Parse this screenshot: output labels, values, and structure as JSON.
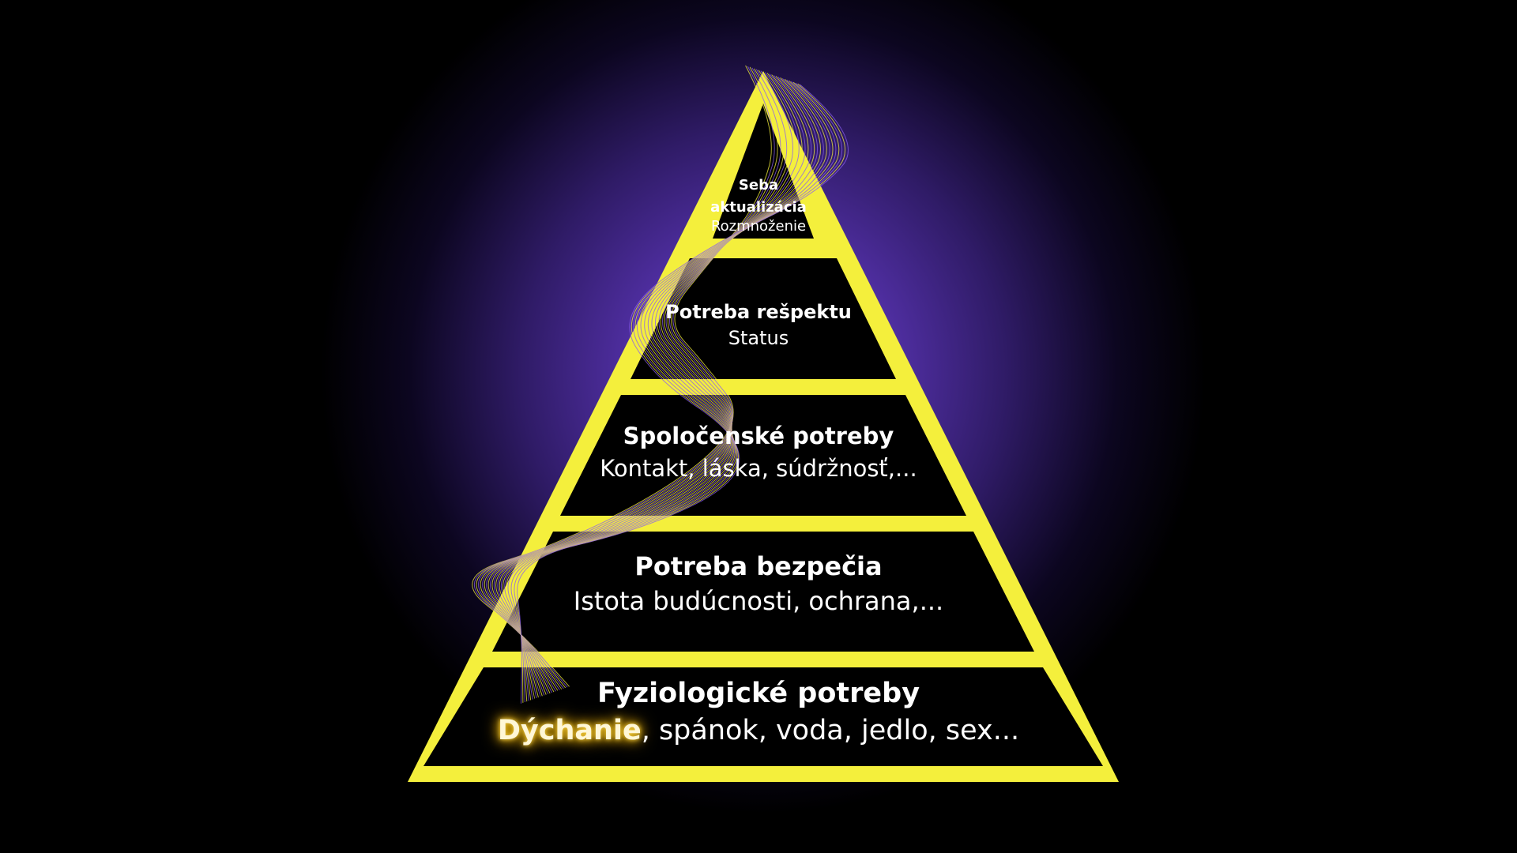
{
  "colors": {
    "frame": "#f4ef3c",
    "tier_fill": "#000000",
    "glow": "#6a42c8",
    "wave_yellow": "#f4ef3c",
    "wave_purple": "#8a5cf0"
  },
  "pyramid": {
    "tiers": [
      {
        "title_line1": "Seba",
        "title_line2": "aktualizácia",
        "subtitle": "Rozmnoženie"
      },
      {
        "title": "Potreba rešpektu",
        "subtitle": "Status"
      },
      {
        "title": "Spoločenské potreby",
        "subtitle": "Kontakt, láska, súdržnosť,..."
      },
      {
        "title": "Potreba bezpečia",
        "subtitle": "Istota budúcnosti, ochrana,..."
      },
      {
        "title": "Fyziologické potreby",
        "subtitle_highlight": "Dýchanie",
        "subtitle_rest": ", spánok, voda, jedlo, sex..."
      }
    ]
  }
}
